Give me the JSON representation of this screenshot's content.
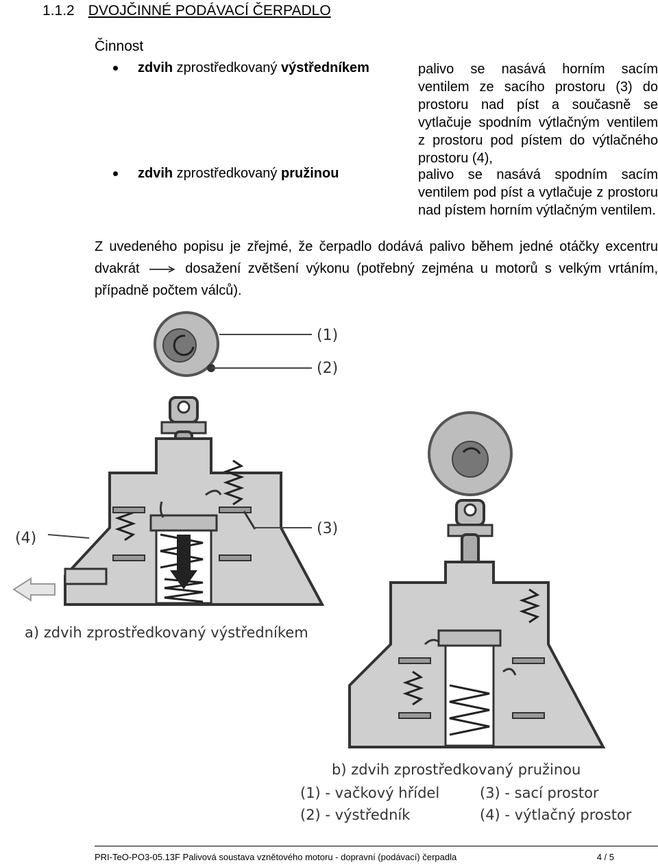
{
  "heading": {
    "number": "1.1.2",
    "title": "DVOJČINNÉ PODÁVACÍ ČERPADLO"
  },
  "section_label": "Činnost",
  "bullets": [
    {
      "lead_bold1": "zdvih",
      "lead_mid": " zprostředkovaný ",
      "lead_bold2": "výstředníkem",
      "description": "palivo se nasává horním sacím ventilem ze sacího prostoru (3) do prostoru nad píst a současně se vytlačuje spodním výtlačným ventilem z prostoru pod pístem do výtlačného prostoru (4),"
    },
    {
      "lead_bold1": "zdvih",
      "lead_mid": " zprostředkovaný ",
      "lead_bold2": "pružinou",
      "description": "palivo se nasává spodním sacím ventilem pod píst a vytlačuje z prostoru nad pístem horním výtlačným ventilem."
    }
  ],
  "paragraph": {
    "before": "Z uvedeného popisu je zřejmé, že čerpadlo dodává palivo během jedné otáčky excentru dvakrát",
    "after": "dosažení zvětšení výkonu (potřebný zejména u motorů s velkým vrtáním, případně počtem válců)."
  },
  "figure": {
    "labels": {
      "l1": "(1)",
      "l2": "(2)",
      "l3": "(3)",
      "l4": "(4)"
    },
    "caption_a": "a) zdvih zprostředkovaný výstředníkem",
    "caption_b": "b) zdvih zprostředkovaný pružinou",
    "legend": {
      "item1": "(1) - vačkový hřídel",
      "item2": "(2) - výstředník",
      "item3": "(3) - sací prostor",
      "item4": "(4) - výtlačný prostor"
    }
  },
  "footer": {
    "doc": "PRI-TeO-PO3-05.13F Palivová soustava vznětového motoru - dopravní (podávací) čerpadla",
    "page": "4  /  5"
  }
}
